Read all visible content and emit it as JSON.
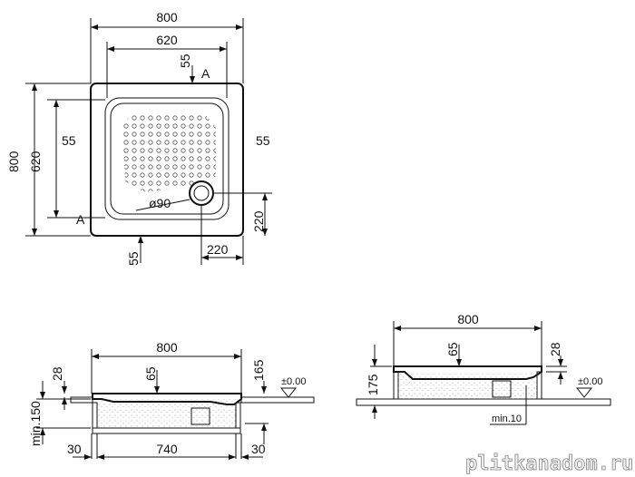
{
  "plan_view": {
    "width_outer": "800",
    "width_inner": "620",
    "top_margin": "55",
    "height_outer": "800",
    "height_inner": "620",
    "left_margin": "55",
    "right_margin": "55",
    "bottom_margin": "55",
    "drain_diameter": "ø90",
    "drain_offset_vertical": "220",
    "drain_offset_horizontal": "220",
    "section_mark_top": "A",
    "section_mark_left": "A"
  },
  "section_recessed": {
    "width": "800",
    "depth": "65",
    "rim_height": "28",
    "total_height": "165",
    "min_recess": "min.150",
    "floor_level": "±0.00",
    "left_wall": "30",
    "inner_width": "740",
    "right_wall": "30"
  },
  "section_surface": {
    "width": "800",
    "depth": "65",
    "rim_height": "28",
    "total_height": "175",
    "floor_level": "±0.00",
    "min_gap": "min.10"
  },
  "watermark": "plitkanadom.ru"
}
